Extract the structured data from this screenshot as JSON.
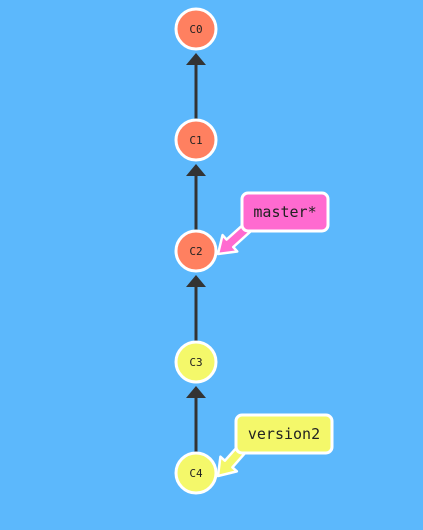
{
  "colors": {
    "background": "#5cb8fc",
    "edge": "#333333",
    "outline": "#ffffff"
  },
  "commits": [
    {
      "id": "C0",
      "label": "C0",
      "fill": "#ff8060"
    },
    {
      "id": "C1",
      "label": "C1",
      "fill": "#ff8060"
    },
    {
      "id": "C2",
      "label": "C2",
      "fill": "#ff8060"
    },
    {
      "id": "C3",
      "label": "C3",
      "fill": "#f4f86a"
    },
    {
      "id": "C4",
      "label": "C4",
      "fill": "#f4f86a"
    }
  ],
  "edges": [
    {
      "from": "C1",
      "to": "C0"
    },
    {
      "from": "C2",
      "to": "C1"
    },
    {
      "from": "C3",
      "to": "C2"
    },
    {
      "from": "C4",
      "to": "C3"
    }
  ],
  "branches": [
    {
      "name": "master*",
      "target": "C2",
      "fill": "#ff6ad0"
    },
    {
      "name": "version2",
      "target": "C4",
      "fill": "#f4f86a"
    }
  ]
}
